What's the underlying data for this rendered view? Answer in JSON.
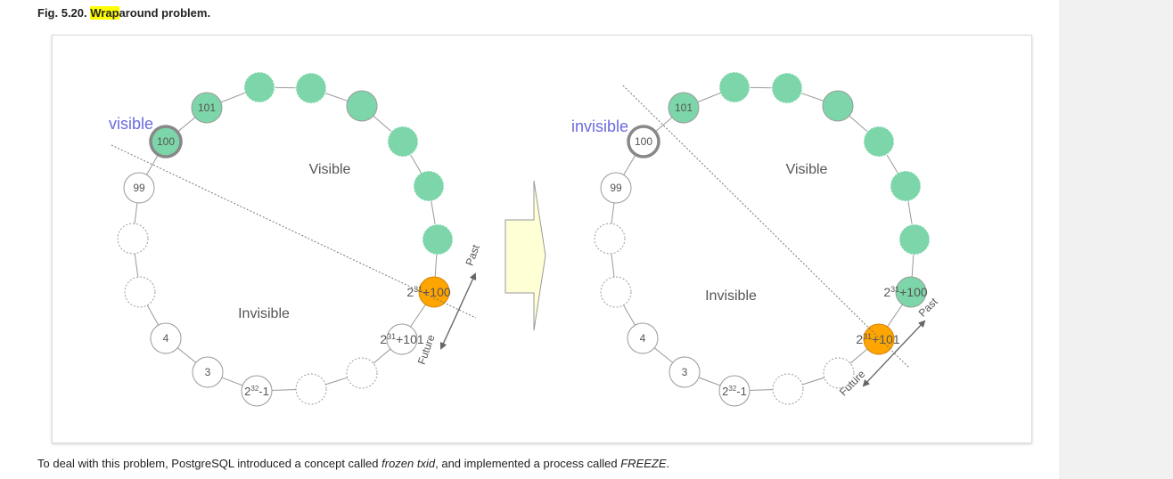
{
  "caption": {
    "prefix": "Fig. 5.20. ",
    "highlight": "Wrap",
    "rest": "around problem."
  },
  "colors": {
    "visible_fill": "#7dd6a9",
    "current_fill": "#ffa500",
    "transaction_stroke": "#888888",
    "label_blue": "#6a6ae0",
    "arrow_fill": "#ffffd6",
    "line": "#777777"
  },
  "left_panel": {
    "marker_label": "visible",
    "region_visible": "Visible",
    "region_invisible": "Invisible",
    "txid_101": "101",
    "txid_100": "100",
    "txid_99": "99",
    "txid_4": "4",
    "txid_3": "3",
    "txid_max": {
      "base": "2",
      "exp": "32",
      "suffix": "-1"
    },
    "txid_current": {
      "base": "2",
      "exp": "31",
      "suffix": "+100"
    },
    "txid_next": {
      "base": "2",
      "exp": "31",
      "suffix": "+101"
    },
    "past_label": "Past",
    "future_label": "Future"
  },
  "right_panel": {
    "marker_label": "invisible",
    "region_visible": "Visible",
    "region_invisible": "Invisible",
    "txid_101": "101",
    "txid_100": "100",
    "txid_99": "99",
    "txid_4": "4",
    "txid_3": "3",
    "txid_max": {
      "base": "2",
      "exp": "32",
      "suffix": "-1"
    },
    "txid_prev": {
      "base": "2",
      "exp": "31",
      "suffix": "+100"
    },
    "txid_current": {
      "base": "2",
      "exp": "31",
      "suffix": "+101"
    },
    "past_label": "Past",
    "future_label": "Future"
  },
  "body_text": {
    "before": "To deal with this problem, PostgreSQL introduced a concept called ",
    "term1": "frozen txid",
    "middle": ", and implemented a process called ",
    "term2": "FREEZE",
    "after": "."
  }
}
